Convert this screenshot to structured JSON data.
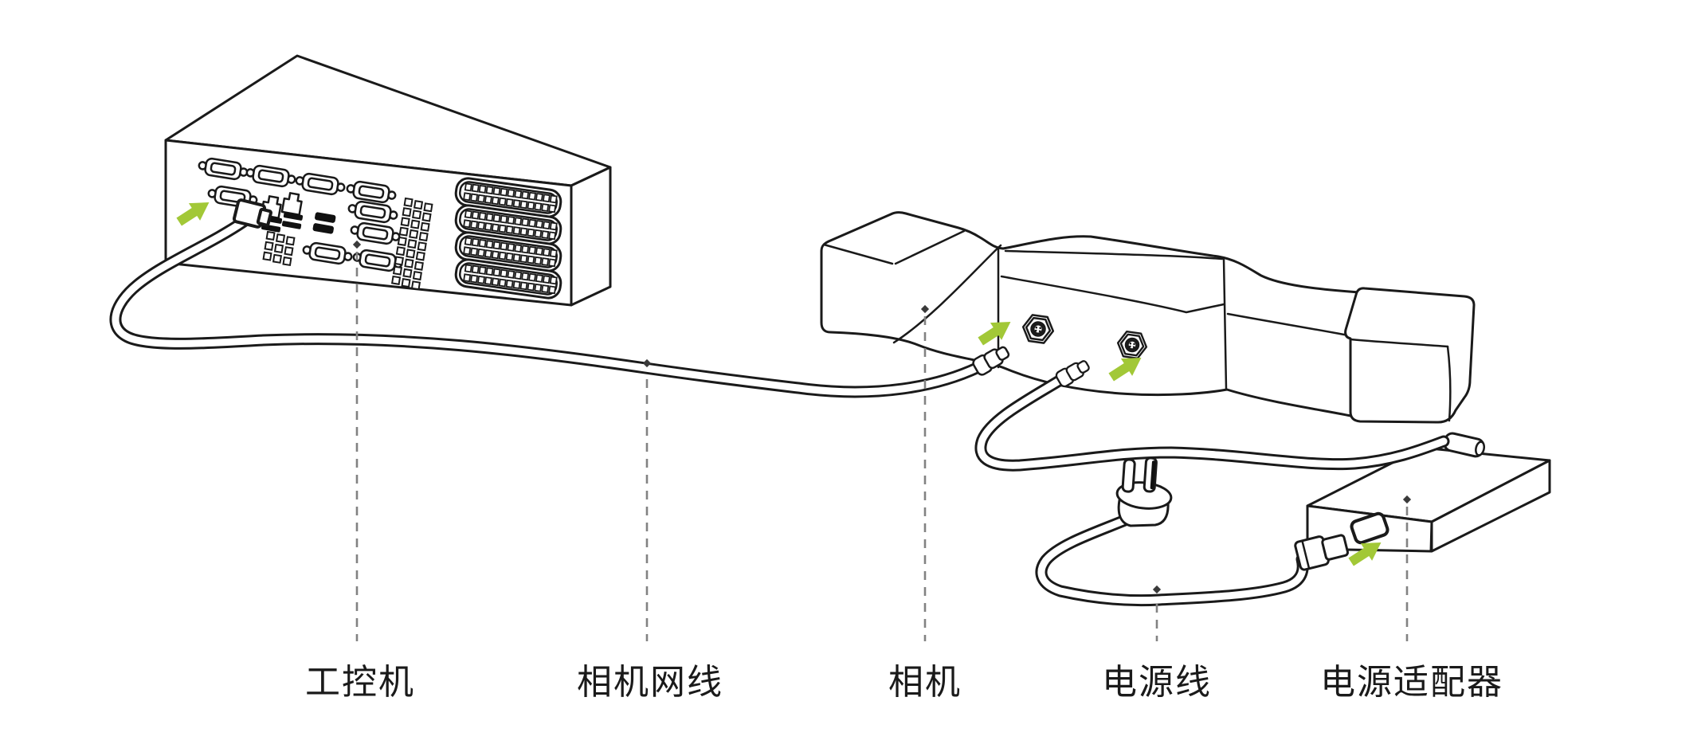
{
  "diagram_title": "camera-system-connection-diagram",
  "components": {
    "ipc": {
      "label": "工控机"
    },
    "camera_cable": {
      "label": "相机网线"
    },
    "camera": {
      "label": "相机"
    },
    "power_cable": {
      "label": "电源线"
    },
    "power_adapter": {
      "label": "电源适配器"
    }
  },
  "colors": {
    "background": "#ffffff",
    "line": "#1a1a1a",
    "leader_gray": "#828282",
    "accent_green": "#a2c837"
  },
  "icons": {
    "connect_arrow": "thick arrow pointing up-right, indicates plug-in direction",
    "leader_dot": "small diamond dot anchoring dashed leader line"
  }
}
